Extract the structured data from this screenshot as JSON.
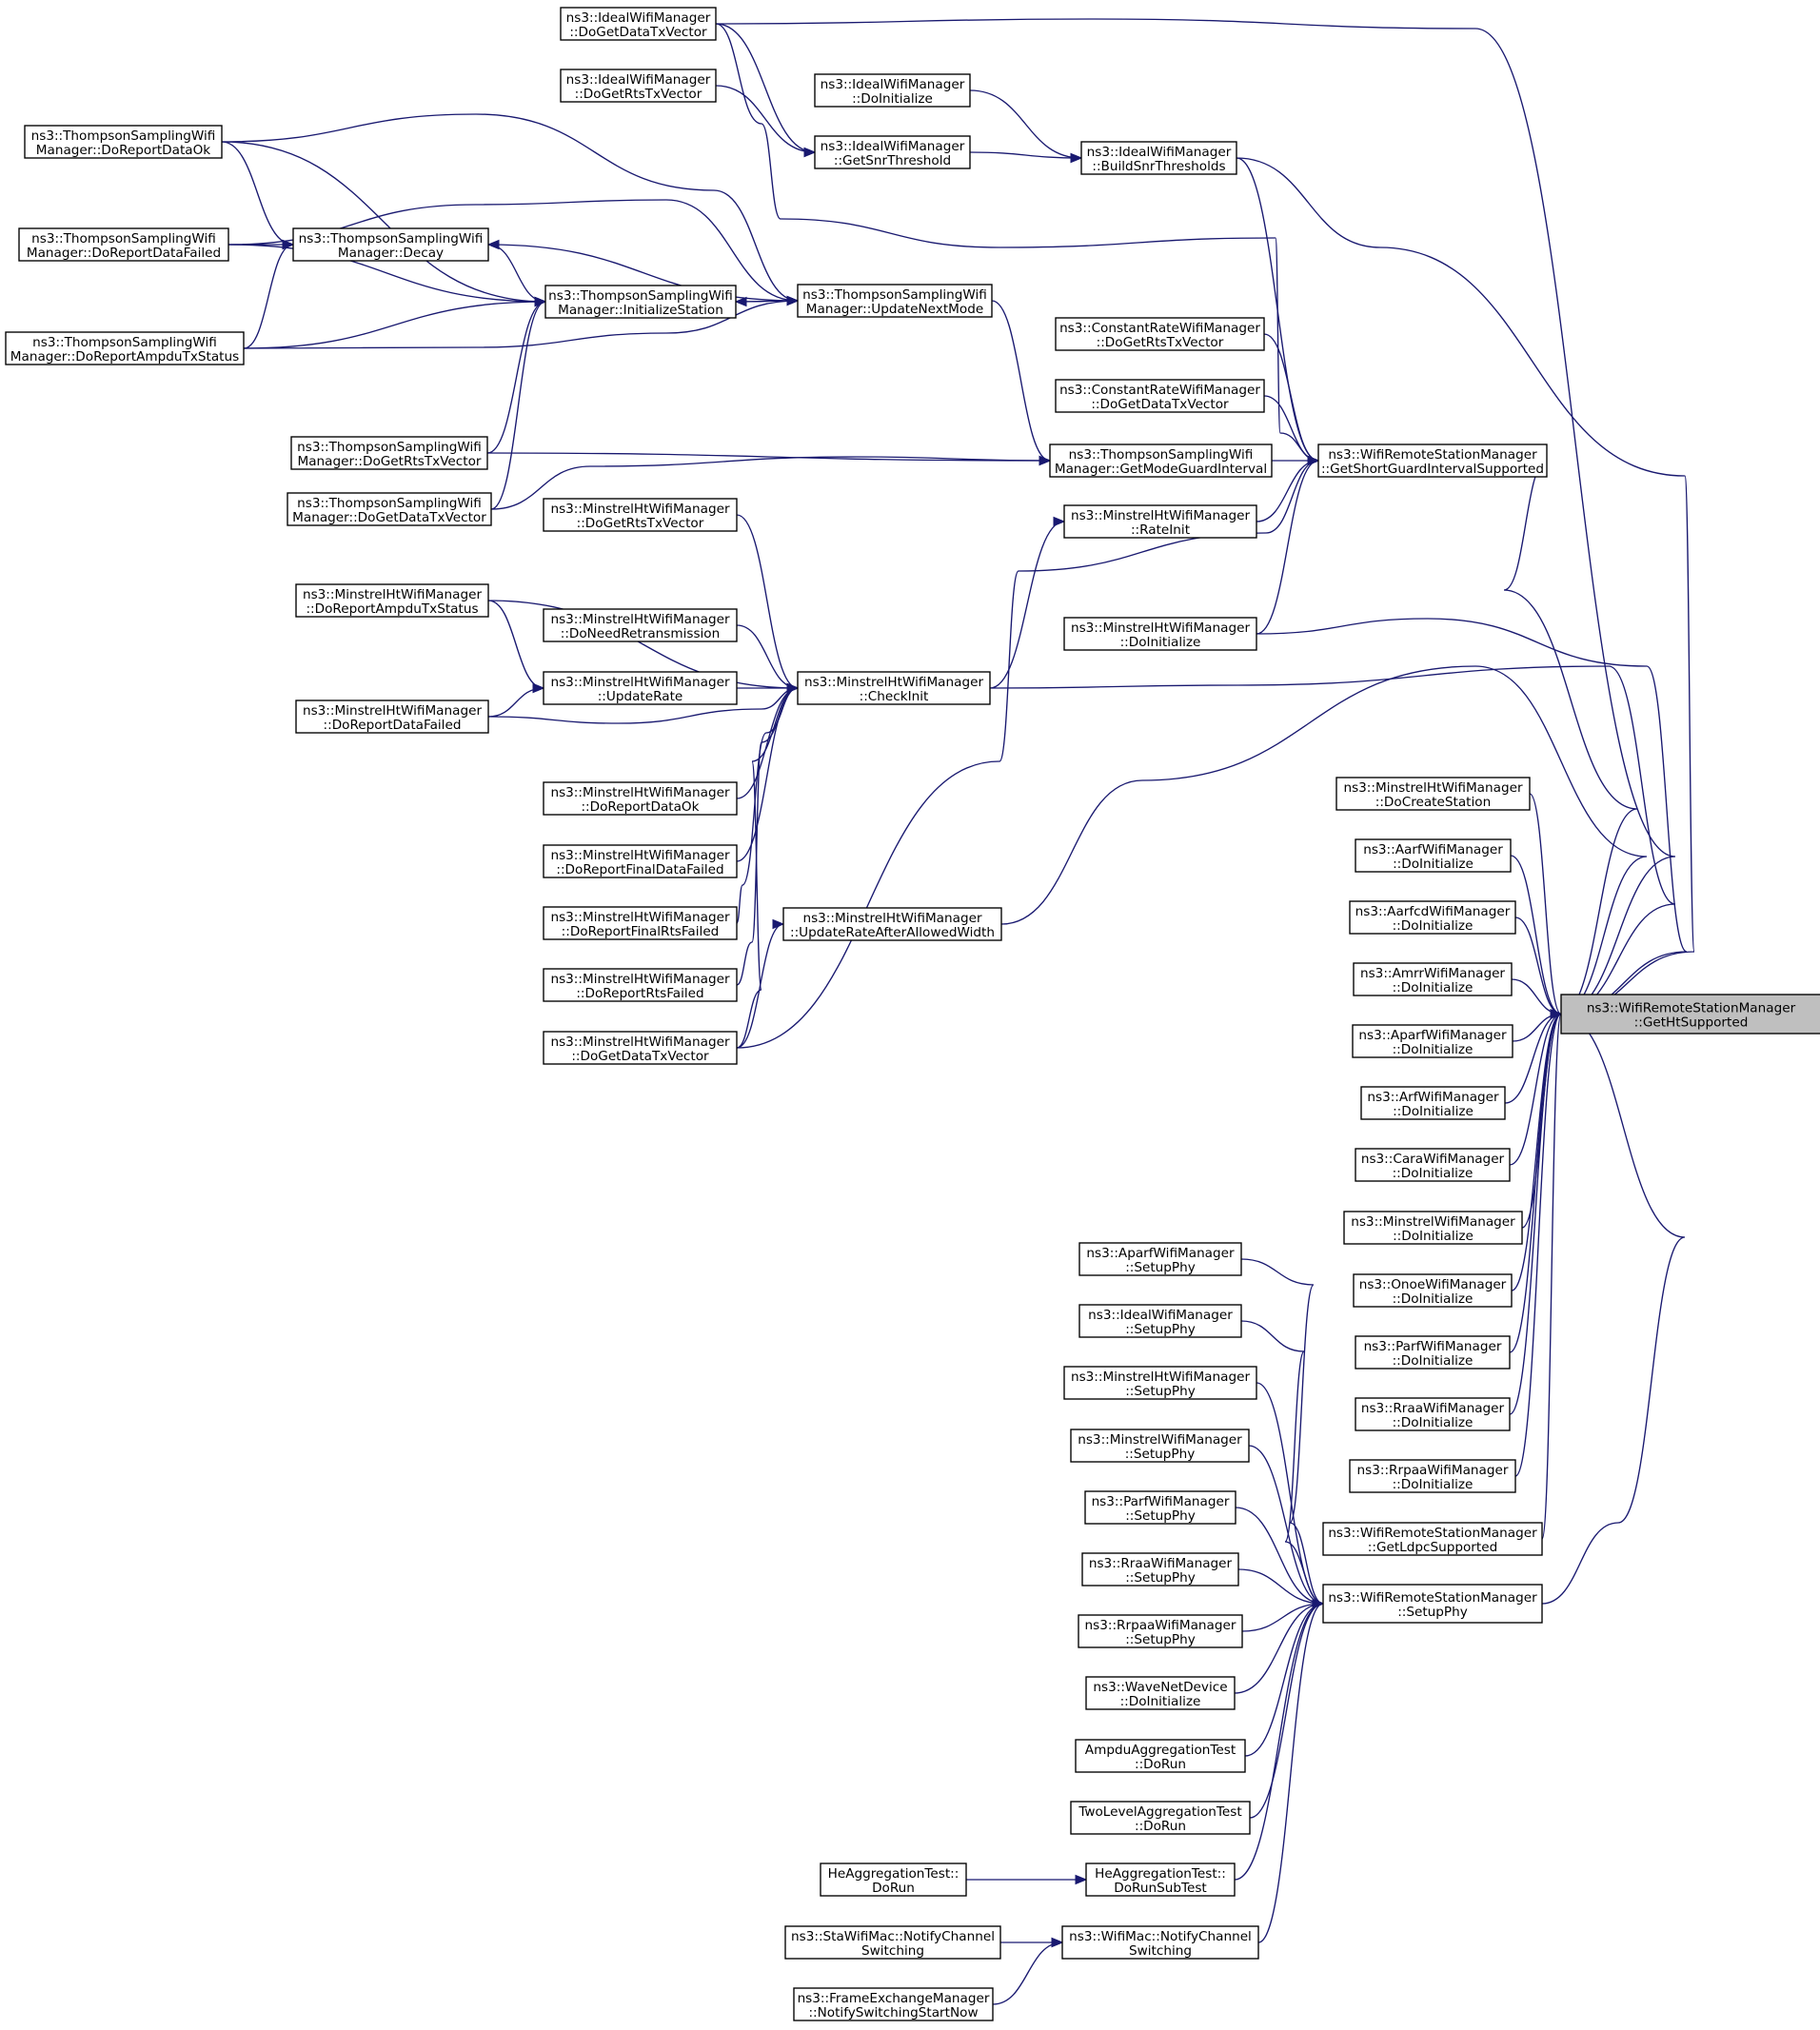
{
  "nodes": [
    {
      "id": "getht",
      "line1": "ns3::WifiRemoteStationManager",
      "line2": "::GetHtSupported",
      "focus": true
    },
    {
      "id": "ideal_dodata",
      "line1": "ns3::IdealWifiManager",
      "line2": "::DoGetDataTxVector"
    },
    {
      "id": "ideal_dorts",
      "line1": "ns3::IdealWifiManager",
      "line2": "::DoGetRtsTxVector"
    },
    {
      "id": "ideal_doinit",
      "line1": "ns3::IdealWifiManager",
      "line2": "::DoInitialize"
    },
    {
      "id": "ideal_getsnr",
      "line1": "ns3::IdealWifiManager",
      "line2": "::GetSnrThreshold"
    },
    {
      "id": "ideal_build",
      "line1": "ns3::IdealWifiManager",
      "line2": "::BuildSnrThresholds"
    },
    {
      "id": "ts_ok",
      "line1": "ns3::ThompsonSamplingWifi",
      "line2": "Manager::DoReportDataOk"
    },
    {
      "id": "ts_failed",
      "line1": "ns3::ThompsonSamplingWifi",
      "line2": "Manager::DoReportDataFailed"
    },
    {
      "id": "ts_ampdu",
      "line1": "ns3::ThompsonSamplingWifi",
      "line2": "Manager::DoReportAmpduTxStatus"
    },
    {
      "id": "ts_decay",
      "line1": "ns3::ThompsonSamplingWifi",
      "line2": "Manager::Decay"
    },
    {
      "id": "ts_init",
      "line1": "ns3::ThompsonSamplingWifi",
      "line2": "Manager::InitializeStation"
    },
    {
      "id": "ts_next",
      "line1": "ns3::ThompsonSamplingWifi",
      "line2": "Manager::UpdateNextMode"
    },
    {
      "id": "ts_rts",
      "line1": "ns3::ThompsonSamplingWifi",
      "line2": "Manager::DoGetRtsTxVector"
    },
    {
      "id": "ts_data",
      "line1": "ns3::ThompsonSamplingWifi",
      "line2": "Manager::DoGetDataTxVector"
    },
    {
      "id": "ts_guard",
      "line1": "ns3::ThompsonSamplingWifi",
      "line2": "Manager::GetModeGuardInterval"
    },
    {
      "id": "cr_rts",
      "line1": "ns3::ConstantRateWifiManager",
      "line2": "::DoGetRtsTxVector"
    },
    {
      "id": "cr_data",
      "line1": "ns3::ConstantRateWifiManager",
      "line2": "::DoGetDataTxVector"
    },
    {
      "id": "wrsm_sgi",
      "line1": "ns3::WifiRemoteStationManager",
      "line2": "::GetShortGuardIntervalSupported"
    },
    {
      "id": "mh_rateinit",
      "line1": "ns3::MinstrelHtWifiManager",
      "line2": "::RateInit"
    },
    {
      "id": "mh_doinit",
      "line1": "ns3::MinstrelHtWifiManager",
      "line2": "::DoInitialize"
    },
    {
      "id": "mh_dorts",
      "line1": "ns3::MinstrelHtWifiManager",
      "line2": "::DoGetRtsTxVector"
    },
    {
      "id": "mh_ampdu",
      "line1": "ns3::MinstrelHtWifiManager",
      "line2": "::DoReportAmpduTxStatus"
    },
    {
      "id": "mh_needretx",
      "line1": "ns3::MinstrelHtWifiManager",
      "line2": "::DoNeedRetransmission"
    },
    {
      "id": "mh_updaterate",
      "line1": "ns3::MinstrelHtWifiManager",
      "line2": "::UpdateRate"
    },
    {
      "id": "mh_checkinit",
      "line1": "ns3::MinstrelHtWifiManager",
      "line2": "::CheckInit"
    },
    {
      "id": "mh_datafailed",
      "line1": "ns3::MinstrelHtWifiManager",
      "line2": "::DoReportDataFailed"
    },
    {
      "id": "mh_dataok",
      "line1": "ns3::MinstrelHtWifiManager",
      "line2": "::DoReportDataOk"
    },
    {
      "id": "mh_finaldata",
      "line1": "ns3::MinstrelHtWifiManager",
      "line2": "::DoReportFinalDataFailed"
    },
    {
      "id": "mh_finalrts",
      "line1": "ns3::MinstrelHtWifiManager",
      "line2": "::DoReportFinalRtsFailed"
    },
    {
      "id": "mh_rtsfailed",
      "line1": "ns3::MinstrelHtWifiManager",
      "line2": "::DoReportRtsFailed"
    },
    {
      "id": "mh_dodata",
      "line1": "ns3::MinstrelHtWifiManager",
      "line2": "::DoGetDataTxVector"
    },
    {
      "id": "mh_allowed",
      "line1": "ns3::MinstrelHtWifiManager",
      "line2": "::UpdateRateAfterAllowedWidth"
    },
    {
      "id": "mh_create",
      "line1": "ns3::MinstrelHtWifiManager",
      "line2": "::DoCreateStation"
    },
    {
      "id": "aarf_init",
      "line1": "ns3::AarfWifiManager",
      "line2": "::DoInitialize"
    },
    {
      "id": "aarfcd_init",
      "line1": "ns3::AarfcdWifiManager",
      "line2": "::DoInitialize"
    },
    {
      "id": "amrr_init",
      "line1": "ns3::AmrrWifiManager",
      "line2": "::DoInitialize"
    },
    {
      "id": "aparf_init",
      "line1": "ns3::AparfWifiManager",
      "line2": "::DoInitialize"
    },
    {
      "id": "arf_init",
      "line1": "ns3::ArfWifiManager",
      "line2": "::DoInitialize"
    },
    {
      "id": "cara_init",
      "line1": "ns3::CaraWifiManager",
      "line2": "::DoInitialize"
    },
    {
      "id": "minstrel_init",
      "line1": "ns3::MinstrelWifiManager",
      "line2": "::DoInitialize"
    },
    {
      "id": "onoe_init",
      "line1": "ns3::OnoeWifiManager",
      "line2": "::DoInitialize"
    },
    {
      "id": "parf_init",
      "line1": "ns3::ParfWifiManager",
      "line2": "::DoInitialize"
    },
    {
      "id": "rraa_init",
      "line1": "ns3::RraaWifiManager",
      "line2": "::DoInitialize"
    },
    {
      "id": "rrpaa_init",
      "line1": "ns3::RrpaaWifiManager",
      "line2": "::DoInitialize"
    },
    {
      "id": "wrsm_ldpc",
      "line1": "ns3::WifiRemoteStationManager",
      "line2": "::GetLdpcSupported"
    },
    {
      "id": "wrsm_setup",
      "line1": "ns3::WifiRemoteStationManager",
      "line2": "::SetupPhy"
    },
    {
      "id": "aparf_setup",
      "line1": "ns3::AparfWifiManager",
      "line2": "::SetupPhy"
    },
    {
      "id": "ideal_setup",
      "line1": "ns3::IdealWifiManager",
      "line2": "::SetupPhy"
    },
    {
      "id": "mh_setup",
      "line1": "ns3::MinstrelHtWifiManager",
      "line2": "::SetupPhy"
    },
    {
      "id": "minstrel_setup",
      "line1": "ns3::MinstrelWifiManager",
      "line2": "::SetupPhy"
    },
    {
      "id": "parf_setup",
      "line1": "ns3::ParfWifiManager",
      "line2": "::SetupPhy"
    },
    {
      "id": "rraa_setup",
      "line1": "ns3::RraaWifiManager",
      "line2": "::SetupPhy"
    },
    {
      "id": "rrpaa_setup",
      "line1": "ns3::RrpaaWifiManager",
      "line2": "::SetupPhy"
    },
    {
      "id": "wave_init",
      "line1": "ns3::WaveNetDevice",
      "line2": "::DoInitialize"
    },
    {
      "id": "ampdu_run",
      "line1": "AmpduAggregationTest",
      "line2": "::DoRun"
    },
    {
      "id": "twolevel_run",
      "line1": "TwoLevelAggregationTest",
      "line2": "::DoRun"
    },
    {
      "id": "he_sub",
      "line1": "HeAggregationTest::",
      "line2": "DoRunSubTest"
    },
    {
      "id": "he_run",
      "line1": "HeAggregationTest::",
      "line2": "DoRun"
    },
    {
      "id": "wifimac_notify",
      "line1": "ns3::WifiMac::NotifyChannel",
      "line2": "Switching"
    },
    {
      "id": "sta_notify",
      "line1": "ns3::StaWifiMac::NotifyChannel",
      "line2": "Switching"
    },
    {
      "id": "fem_notify",
      "line1": "ns3::FrameExchangeManager",
      "line2": "::NotifySwitchingStartNow"
    }
  ],
  "edges": [
    [
      "ideal_dorts",
      "ideal_getsnr"
    ],
    [
      "ideal_dodata",
      "ideal_getsnr"
    ],
    [
      "ideal_doinit",
      "ideal_build"
    ],
    [
      "ideal_getsnr",
      "ideal_build"
    ],
    [
      "ts_ok",
      "ts_decay"
    ],
    [
      "ts_failed",
      "ts_decay"
    ],
    [
      "ts_ampdu",
      "ts_decay"
    ],
    [
      "ts_next",
      "ts_decay"
    ],
    [
      "ts_ok",
      "ts_init"
    ],
    [
      "ts_failed",
      "ts_init"
    ],
    [
      "ts_ampdu",
      "ts_init"
    ],
    [
      "ts_decay",
      "ts_init"
    ],
    [
      "ts_next",
      "ts_init"
    ],
    [
      "ts_rts",
      "ts_init"
    ],
    [
      "ts_data",
      "ts_init"
    ],
    [
      "ts_ok",
      "ts_next"
    ],
    [
      "ts_failed",
      "ts_next"
    ],
    [
      "ts_ampdu",
      "ts_next"
    ],
    [
      "ts_init",
      "ts_next"
    ],
    [
      "ts_next",
      "ts_guard"
    ],
    [
      "ts_rts",
      "ts_guard"
    ],
    [
      "ts_data",
      "ts_guard"
    ],
    [
      "ts_guard",
      "wrsm_sgi"
    ],
    [
      "cr_rts",
      "wrsm_sgi"
    ],
    [
      "cr_data",
      "wrsm_sgi"
    ],
    [
      "ideal_build",
      "wrsm_sgi"
    ],
    [
      "ideal_dodata",
      "wrsm_sgi"
    ],
    [
      "mh_rateinit",
      "wrsm_sgi"
    ],
    [
      "mh_doinit",
      "wrsm_sgi"
    ],
    [
      "mh_dodata",
      "wrsm_sgi"
    ],
    [
      "mh_checkinit",
      "mh_rateinit"
    ],
    [
      "mh_dorts",
      "mh_checkinit"
    ],
    [
      "mh_ampdu",
      "mh_checkinit"
    ],
    [
      "mh_needretx",
      "mh_checkinit"
    ],
    [
      "mh_updaterate",
      "mh_checkinit"
    ],
    [
      "mh_datafailed",
      "mh_checkinit"
    ],
    [
      "mh_dataok",
      "mh_checkinit"
    ],
    [
      "mh_finaldata",
      "mh_checkinit"
    ],
    [
      "mh_finalrts",
      "mh_checkinit"
    ],
    [
      "mh_rtsfailed",
      "mh_checkinit"
    ],
    [
      "mh_dodata",
      "mh_checkinit"
    ],
    [
      "mh_ampdu",
      "mh_updaterate"
    ],
    [
      "mh_datafailed",
      "mh_updaterate"
    ],
    [
      "mh_dodata",
      "mh_allowed"
    ],
    [
      "ideal_dodata",
      "getht"
    ],
    [
      "ideal_build",
      "getht"
    ],
    [
      "wrsm_sgi",
      "getht"
    ],
    [
      "mh_doinit",
      "getht"
    ],
    [
      "mh_checkinit",
      "getht"
    ],
    [
      "mh_allowed",
      "getht"
    ],
    [
      "mh_create",
      "getht"
    ],
    [
      "aarf_init",
      "getht"
    ],
    [
      "aarfcd_init",
      "getht"
    ],
    [
      "amrr_init",
      "getht"
    ],
    [
      "aparf_init",
      "getht"
    ],
    [
      "arf_init",
      "getht"
    ],
    [
      "cara_init",
      "getht"
    ],
    [
      "minstrel_init",
      "getht"
    ],
    [
      "onoe_init",
      "getht"
    ],
    [
      "parf_init",
      "getht"
    ],
    [
      "rraa_init",
      "getht"
    ],
    [
      "rrpaa_init",
      "getht"
    ],
    [
      "wrsm_ldpc",
      "getht"
    ],
    [
      "wrsm_setup",
      "getht"
    ],
    [
      "aparf_setup",
      "wrsm_setup"
    ],
    [
      "ideal_setup",
      "wrsm_setup"
    ],
    [
      "mh_setup",
      "wrsm_setup"
    ],
    [
      "minstrel_setup",
      "wrsm_setup"
    ],
    [
      "parf_setup",
      "wrsm_setup"
    ],
    [
      "rraa_setup",
      "wrsm_setup"
    ],
    [
      "rrpaa_setup",
      "wrsm_setup"
    ],
    [
      "wave_init",
      "wrsm_setup"
    ],
    [
      "ampdu_run",
      "wrsm_setup"
    ],
    [
      "twolevel_run",
      "wrsm_setup"
    ],
    [
      "he_sub",
      "wrsm_setup"
    ],
    [
      "wifimac_notify",
      "wrsm_setup"
    ],
    [
      "he_run",
      "he_sub"
    ],
    [
      "sta_notify",
      "wifimac_notify"
    ],
    [
      "fem_notify",
      "wifimac_notify"
    ]
  ]
}
